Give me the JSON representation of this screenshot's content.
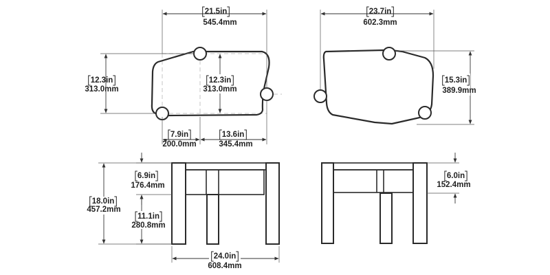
{
  "top_view": {
    "width_in": "21.5in",
    "width_mm": "545.4mm",
    "height_in": "12.3in",
    "height_mm": "313.0mm",
    "inner_height_in": "12.3in",
    "inner_height_mm": "313.0mm",
    "offset_in": "7.9in",
    "offset_mm": "200.0mm",
    "span_in": "13.6in",
    "span_mm": "345.4mm"
  },
  "top_view_right": {
    "width_in": "23.7in",
    "width_mm": "602.3mm",
    "height_in": "15.3in",
    "height_mm": "389.9mm"
  },
  "front_view": {
    "top_in": "6.9in",
    "top_mm": "176.4mm",
    "height_in": "18.0in",
    "height_mm": "457.2mm",
    "leg_in": "11.1in",
    "leg_mm": "280.8mm",
    "width_in": "24.0in",
    "width_mm": "608.4mm"
  },
  "side_view": {
    "top_in": "6.0in",
    "top_mm": "152.4mm"
  }
}
